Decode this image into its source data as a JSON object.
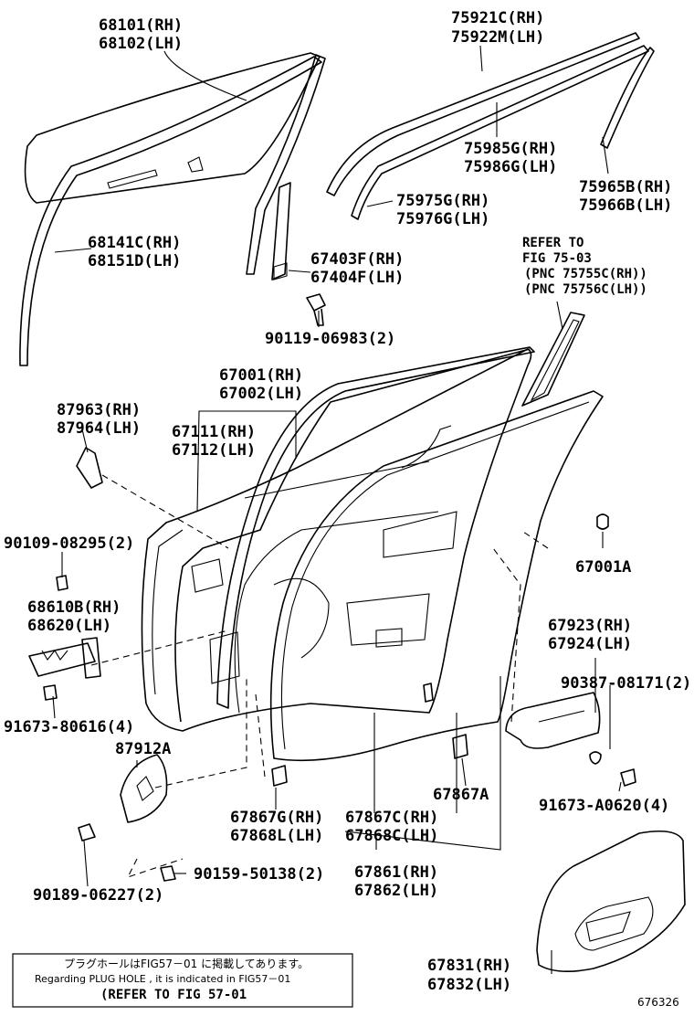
{
  "labels": {
    "glass_rh": "68101(RH)",
    "glass_lh": "68102(LH)",
    "weatherstrip_outer_rh": "75921C(RH)",
    "weatherstrip_outer_lh": "75922M(LH)",
    "molding_rh": "75985G(RH)",
    "molding_lh": "75986G(LH)",
    "garnish_rh": "75965B(RH)",
    "garnish_lh": "75966B(LH)",
    "run_rh": "75975G(RH)",
    "run_lh": "75976G(LH)",
    "channel_rh": "68141C(RH)",
    "channel_lh": "68151D(LH)",
    "rear_channel_rh": "67403F(RH)",
    "rear_channel_lh": "67404F(LH)",
    "bolt_90119": "90119-06983(2)",
    "refer_to": "REFER TO",
    "refer_fig": "FIG 75-03",
    "refer_pnc_rh": "(PNC 75755C(RH))",
    "refer_pnc_lh": "(PNC 75756C(LH))",
    "door_panel_rh": "67001(RH)",
    "door_panel_lh": "67002(LH)",
    "hole_cover_rh": "87963(RH)",
    "hole_cover_lh": "87964(LH)",
    "door_frame_rh": "67111(RH)",
    "door_frame_lh": "67112(LH)",
    "bolt_90109": "90109-08295(2)",
    "plug_67001a": "67001A",
    "hinge_rh": "68610B(RH)",
    "hinge_lh": "68620(LH)",
    "seal_rh": "67923(RH)",
    "seal_lh": "67924(LH)",
    "clip_90387": "90387-08171(2)",
    "bolt_91673_806": "91673-80616(4)",
    "stopper_87912a": "87912A",
    "clip_67867a": "67867A",
    "bolt_91673_a062": "91673-A0620(4)",
    "ws_g_rh": "67867G(RH)",
    "ws_l_lh": "67868L(LH)",
    "ws_c_rh": "67867C(RH)",
    "ws_c_lh": "67868C(LH)",
    "screw_90159": "90159-50138(2)",
    "weatherstrip_rh": "67861(RH)",
    "weatherstrip_lh": "67862(LH)",
    "clip_90189": "90189-06227(2)",
    "trim_rh": "67831(RH)",
    "trim_lh": "67832(LH)"
  },
  "note": {
    "japanese": "プラグホールはFIG57－01 に掲載してあります。",
    "english": "Regarding PLUG HOLE , it is indicated in FIG57－01",
    "refer": "(REFER TO FIG 57-01"
  },
  "figure_number": "676326"
}
